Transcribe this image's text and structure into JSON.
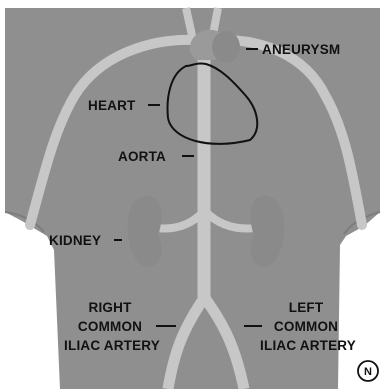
{
  "labels": {
    "aneurysm": "ANEURYSM",
    "heart": "HEART",
    "aorta": "AORTA",
    "kidney": "KIDNEY",
    "right_iliac": [
      "RIGHT",
      "COMMON",
      "ILIAC ARTERY"
    ],
    "left_iliac": [
      "LEFT",
      "COMMON",
      "ILIAC ARTERY"
    ]
  },
  "logo": {
    "text": "N"
  },
  "colors": {
    "background": "#ffffff",
    "body": "#8f8f8f",
    "vessel": "#c7c7c7",
    "organ": "#8a8a8a",
    "outline": "#111111"
  }
}
